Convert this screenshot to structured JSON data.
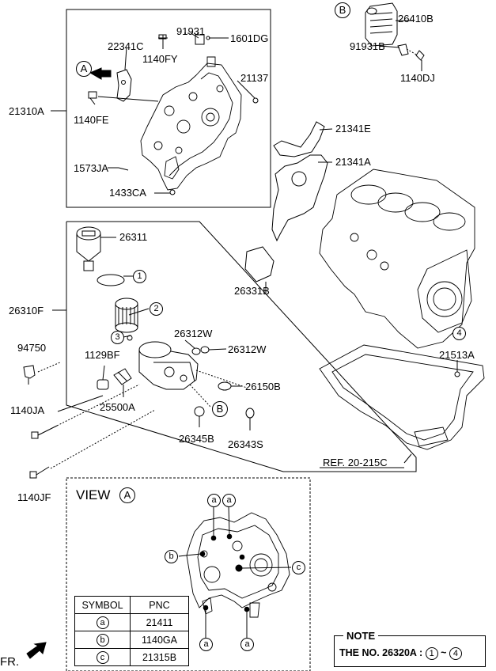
{
  "labels": {
    "p26410B": "26410B",
    "p91931B": "91931B",
    "p1140DJ": "1140DJ",
    "p91931": "91931",
    "p1601DG": "1601DG",
    "p22341C": "22341C",
    "p1140FY": "1140FY",
    "p21137": "21137",
    "p21310A": "21310A",
    "p1140FE": "1140FE",
    "p1573JA": "1573JA",
    "p1433CA": "1433CA",
    "p21341E": "21341E",
    "p21341A": "21341A",
    "p26311": "26311",
    "p26310F": "26310F",
    "p26331B": "26331B",
    "p26312W_a": "26312W",
    "p26312W_b": "26312W",
    "p94750": "94750",
    "p1129BF": "1129BF",
    "p26150B": "26150B",
    "p25500A": "25500A",
    "p1140JA": "1140JA",
    "p26345B": "26345B",
    "p26343S": "26343S",
    "p21513A": "21513A",
    "ref": "REF. 20-215C",
    "p1140JF": "1140JF",
    "fr": "FR."
  },
  "callouts": {
    "A": "A",
    "B": "B",
    "one": "1",
    "two": "2",
    "three": "3",
    "four": "4",
    "a": "a",
    "b": "b",
    "c": "c"
  },
  "view": {
    "title": "VIEW",
    "letter": "A"
  },
  "symbol_table": {
    "headers": [
      "SYMBOL",
      "PNC"
    ],
    "rows": [
      {
        "symbol": "a",
        "pnc": "21411"
      },
      {
        "symbol": "b",
        "pnc": "1140GA"
      },
      {
        "symbol": "c",
        "pnc": "21315B"
      }
    ]
  },
  "note": {
    "title": "NOTE",
    "text_prefix": "THE NO. 26320A :",
    "from": "1",
    "sep": "~",
    "to": "4"
  }
}
